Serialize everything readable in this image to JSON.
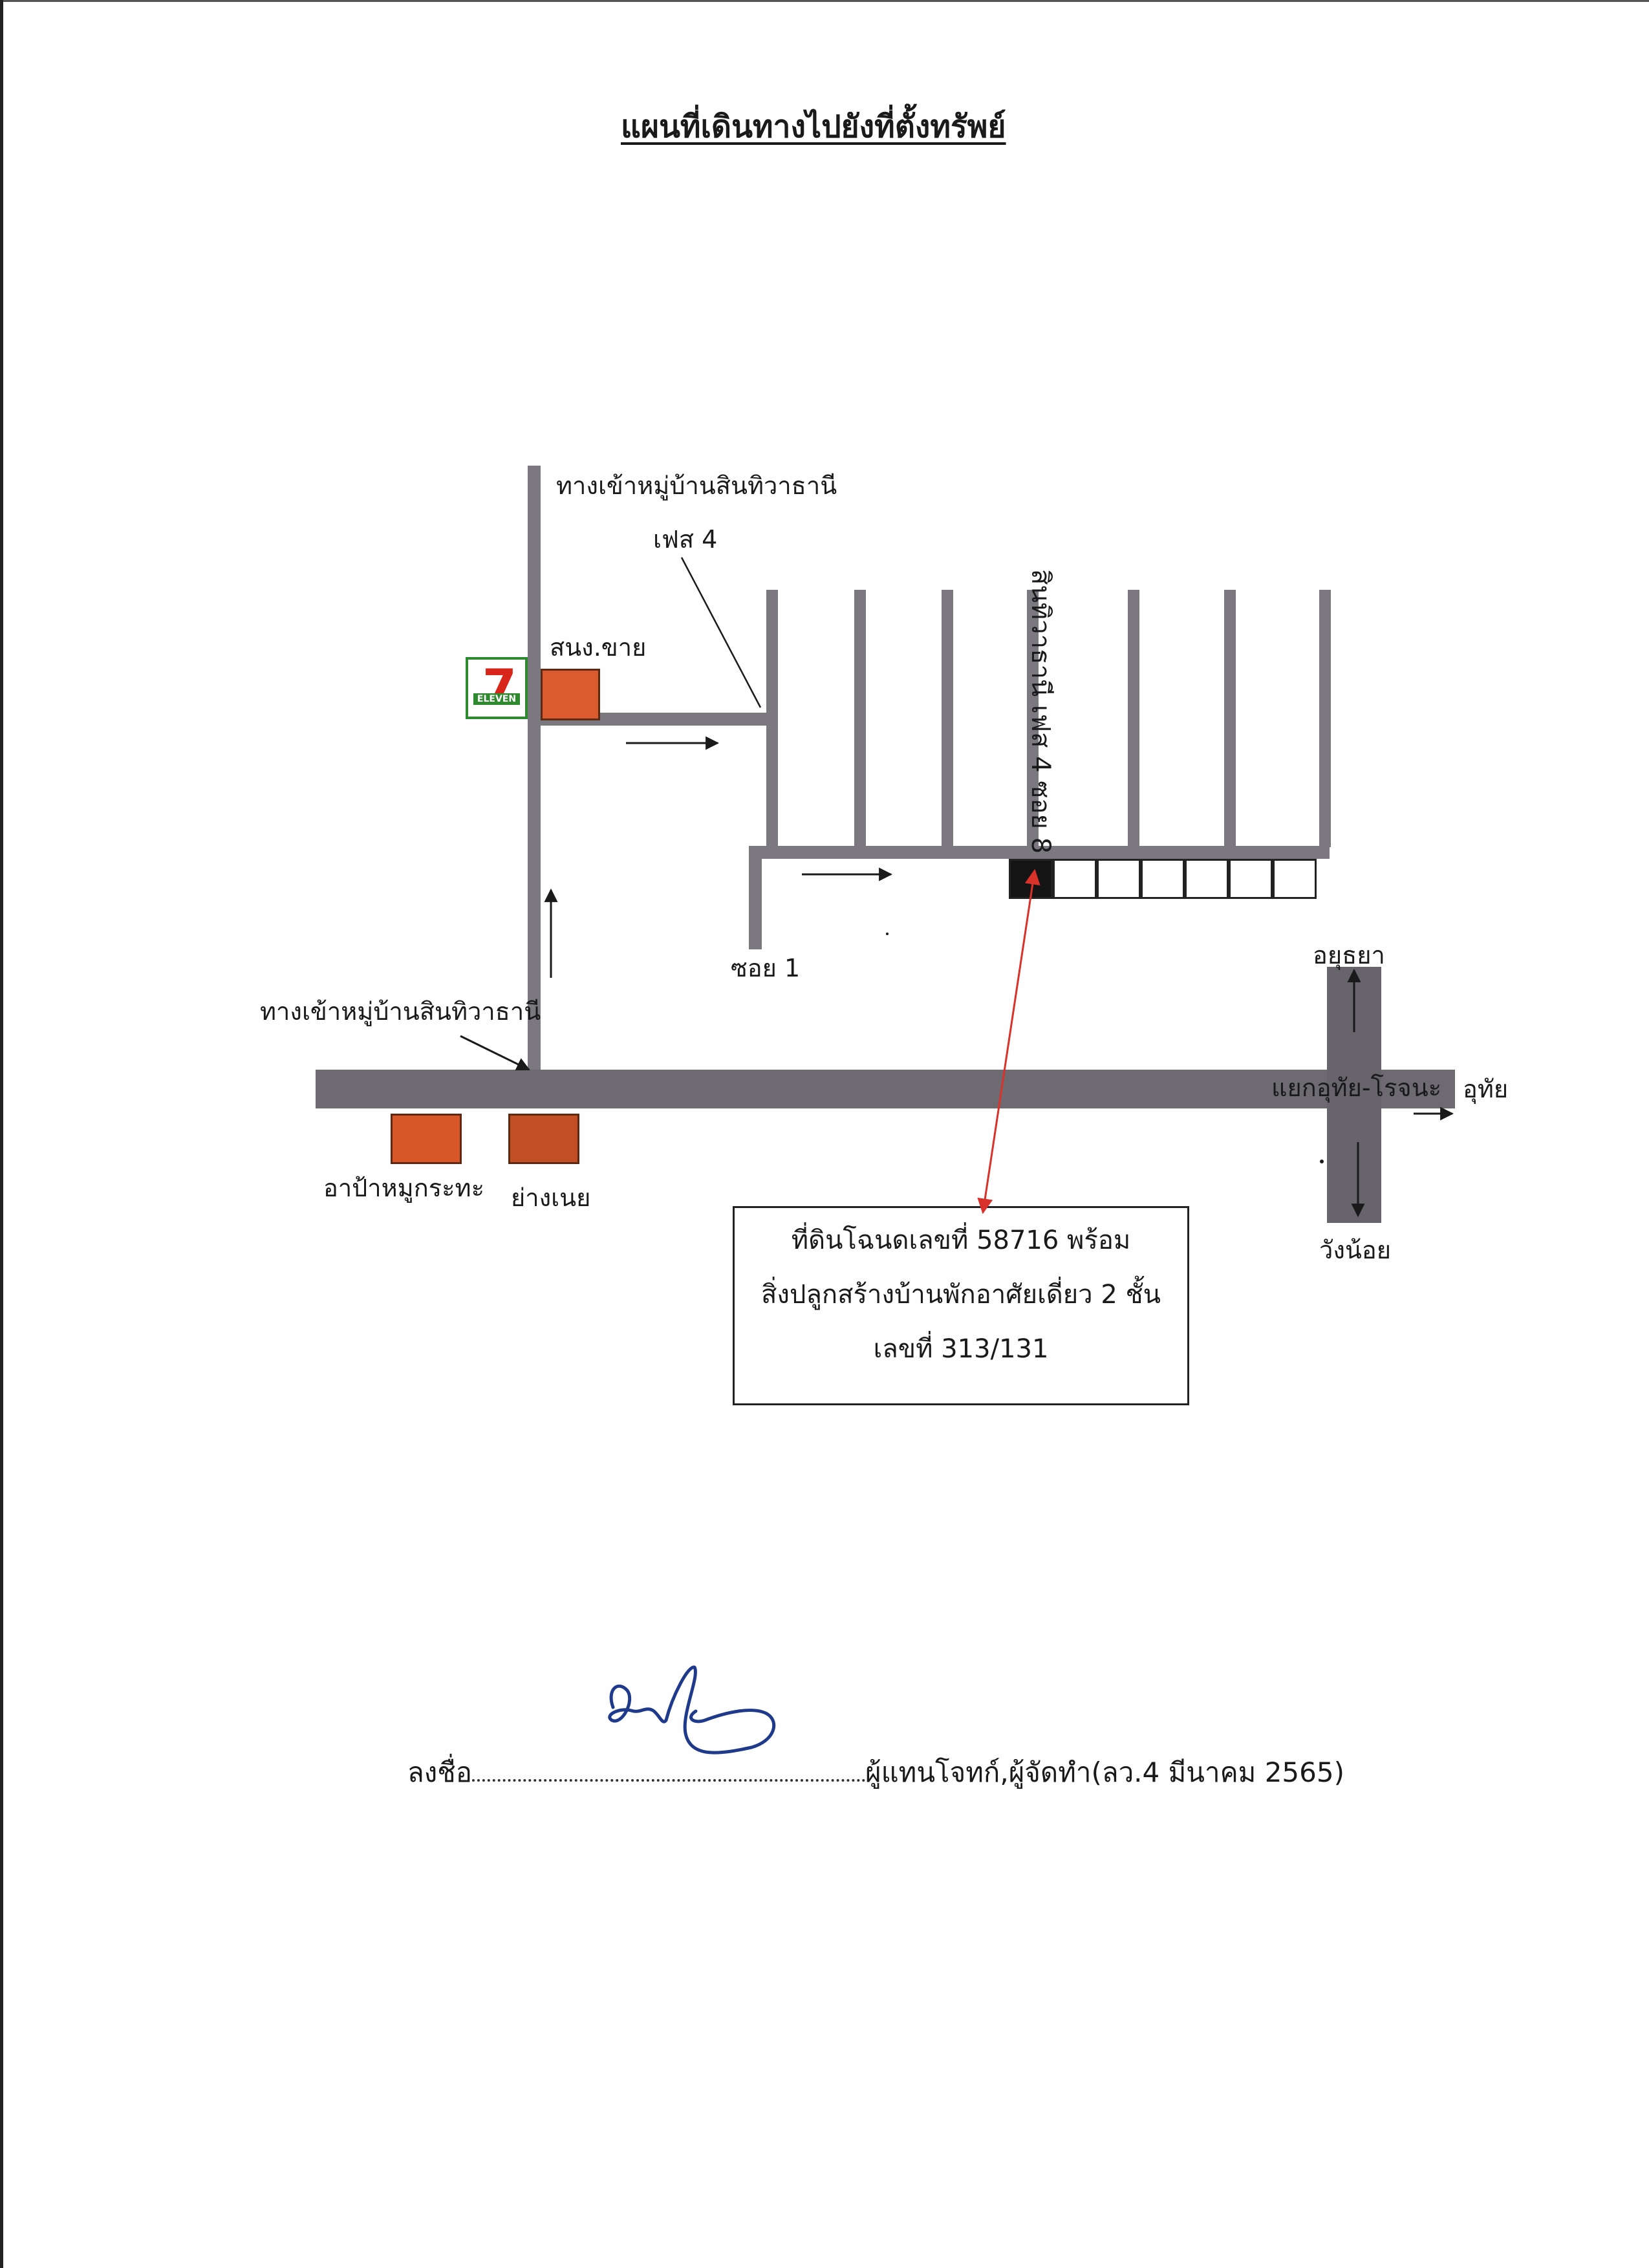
{
  "title": "แผนที่เดินทางไปยังที่ตั้งทรัพย์",
  "labels": {
    "entrance_top": "ทางเข้าหมู่บ้านสินทิวาธานี",
    "phase": "เฟส 4",
    "shop_for_sale": "สนง.ขาย",
    "soi_8": "สินทิวาธานี เฟส 4 ซอย 8",
    "soi_1": "ซอย 1",
    "entrance_main": "ทางเข้าหมู่บ้านสินทิวาธานี",
    "ayutthaya": "อยุธยา",
    "junction": "แยกอุทัย-โรจนะ",
    "uthai": "อุทัย",
    "wang_noi": "วังน้อย",
    "restaurant_1": "อาป้าหมูกระทะ",
    "restaurant_2": "ย่างเนย",
    "seven_eleven_logo": "7-ELEVEN"
  },
  "property": {
    "line1": "ที่ดินโฉนดเลขที่ 58716 พร้อม",
    "line2": "สิ่งปลูกสร้างบ้านพักอาศัยเดี่ยว 2 ชั้น",
    "line3": "เลขที่ 313/131"
  },
  "signature": {
    "prefix": "ลงชื่อ",
    "suffix": "ผู้แทนโจทก์,ผู้จัดทำ(ลว.4 มีนาคม 2565)"
  },
  "colors": {
    "road": "#7b7880",
    "shop": "#db5a2e",
    "pointer": "#d9322b",
    "signature_ink": "#1f3a8a"
  }
}
